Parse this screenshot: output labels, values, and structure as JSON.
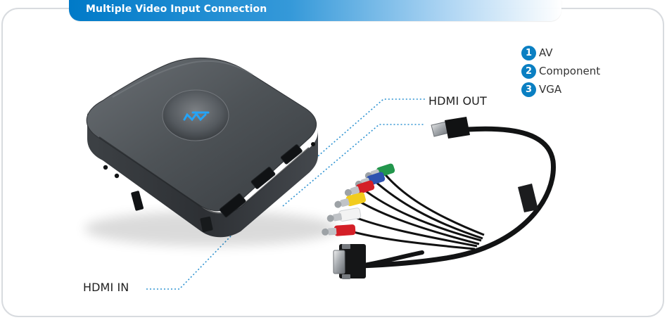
{
  "header": {
    "title": "Multiple Video Input Connection"
  },
  "legend": {
    "items": [
      {
        "number": "1",
        "label": "AV"
      },
      {
        "number": "2",
        "label": "Component"
      },
      {
        "number": "3",
        "label": "VGA"
      }
    ]
  },
  "ports": {
    "hdmi_out_label": "HDMI OUT",
    "hdmi_in_label": "HDMI IN"
  },
  "colors": {
    "header_blue": "#007ac8",
    "legend_blue": "#0a7fc2",
    "device_body": "#4f5357",
    "cable_black": "#111111",
    "connector_red": "#d41f27",
    "connector_white": "#f3f3f3",
    "connector_yellow": "#f2cc1d",
    "connector_blue": "#2e52b0",
    "connector_green": "#22964c",
    "callout_blue": "#2e93d2"
  }
}
